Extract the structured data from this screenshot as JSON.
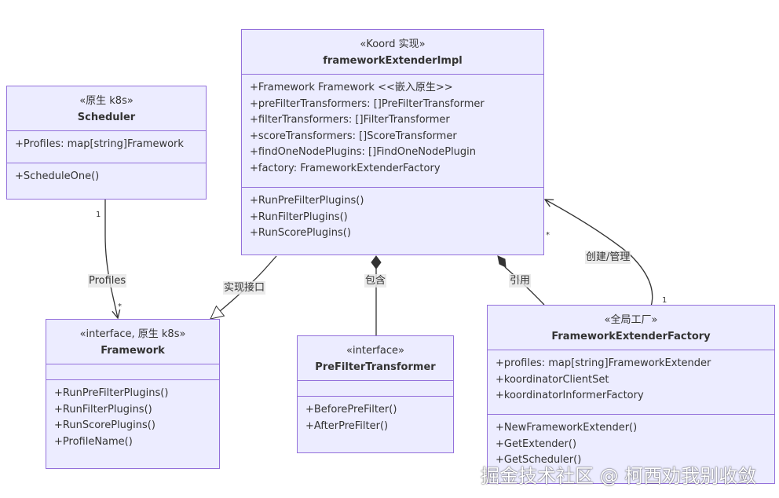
{
  "classes": {
    "impl": {
      "stereotype": "«Koord 实现»",
      "name": "frameworkExtenderImpl",
      "attributes": [
        "+Framework Framework <<嵌入原生>>",
        "+preFilterTransformers: []PreFilterTransformer",
        "+filterTransformers: []FilterTransformer",
        "+scoreTransformers: []ScoreTransformer",
        "+findOneNodePlugins: []FindOneNodePlugin",
        "+factory: FrameworkExtenderFactory"
      ],
      "methods": [
        "+RunPreFilterPlugins()",
        "+RunFilterPlugins()",
        "+RunScorePlugins()"
      ]
    },
    "scheduler": {
      "stereotype": "«原生 k8s»",
      "name": "Scheduler",
      "attributes": [
        "+Profiles: map[string]Framework"
      ],
      "methods": [
        "+ScheduleOne()"
      ]
    },
    "framework": {
      "stereotype": "«interface, 原生 k8s»",
      "name": "Framework",
      "attributes": [],
      "methods": [
        "+RunPreFilterPlugins()",
        "+RunFilterPlugins()",
        "+RunScorePlugins()",
        "+ProfileName()"
      ]
    },
    "prefilter": {
      "stereotype": "«interface»",
      "name": "PreFilterTransformer",
      "attributes": [],
      "methods": [
        "+BeforePreFilter()",
        "+AfterPreFilter()"
      ]
    },
    "factory": {
      "stereotype": "«全局工厂»",
      "name": "FrameworkExtenderFactory",
      "attributes": [
        "+profiles: map[string]FrameworkExtender",
        "+koordinatorClientSet",
        "+koordinatorInformerFactory"
      ],
      "methods": [
        "+NewFrameworkExtender()",
        "+GetExtender()",
        "+GetScheduler()"
      ]
    }
  },
  "relations": {
    "profiles": {
      "label": "Profiles",
      "from_card": "1",
      "to_card": "*"
    },
    "implements": {
      "label": "实现接口"
    },
    "contains": {
      "label": "包含"
    },
    "references": {
      "label": "引用"
    },
    "creates": {
      "label": "创建/管理",
      "from_card": "1",
      "to_card": "*"
    }
  },
  "watermark": "掘金技术社区 @ 柯西劝我别收敛",
  "colors": {
    "fill": "#ECECFF",
    "border": "#9370DB",
    "edge": "#333333",
    "text": "#333333"
  }
}
